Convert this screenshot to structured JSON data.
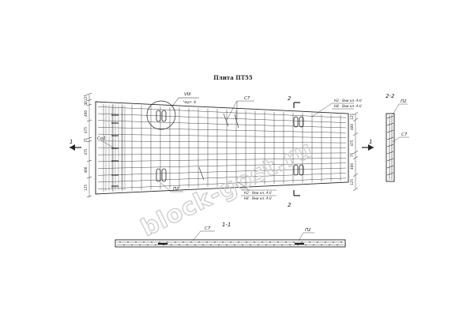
{
  "title": "Плита ПТ55",
  "section_plan": "2",
  "section_1_label": "1-1",
  "section_2_label": "2-2",
  "marker_1": "1",
  "marker_2": "2",
  "node_label": "VIII",
  "node_ref": "Черт. 8",
  "labels": {
    "c7_top": "С7",
    "c7_side": "С7",
    "c7_section": "С7",
    "co1": "Со1",
    "p2_bottom": "П2",
    "p2_side": "П2",
    "p2_section": "П2",
    "top_note_1": "Н3 - 8ми кл. А-II",
    "top_note_2": "Н4 - 8ми кл. А-II",
    "bottom_note_1": "Н3 - 8ми кл. А-II",
    "bottom_note_2": "Н4 - 8ми кл. А-II"
  },
  "dims_left": [
    "125",
    "40",
    "400",
    "475",
    "75",
    "475",
    "400",
    "125"
  ],
  "dims_right": [
    "125",
    "400",
    "475",
    "75",
    "400",
    "125"
  ],
  "watermark": "block-gost.ru"
}
